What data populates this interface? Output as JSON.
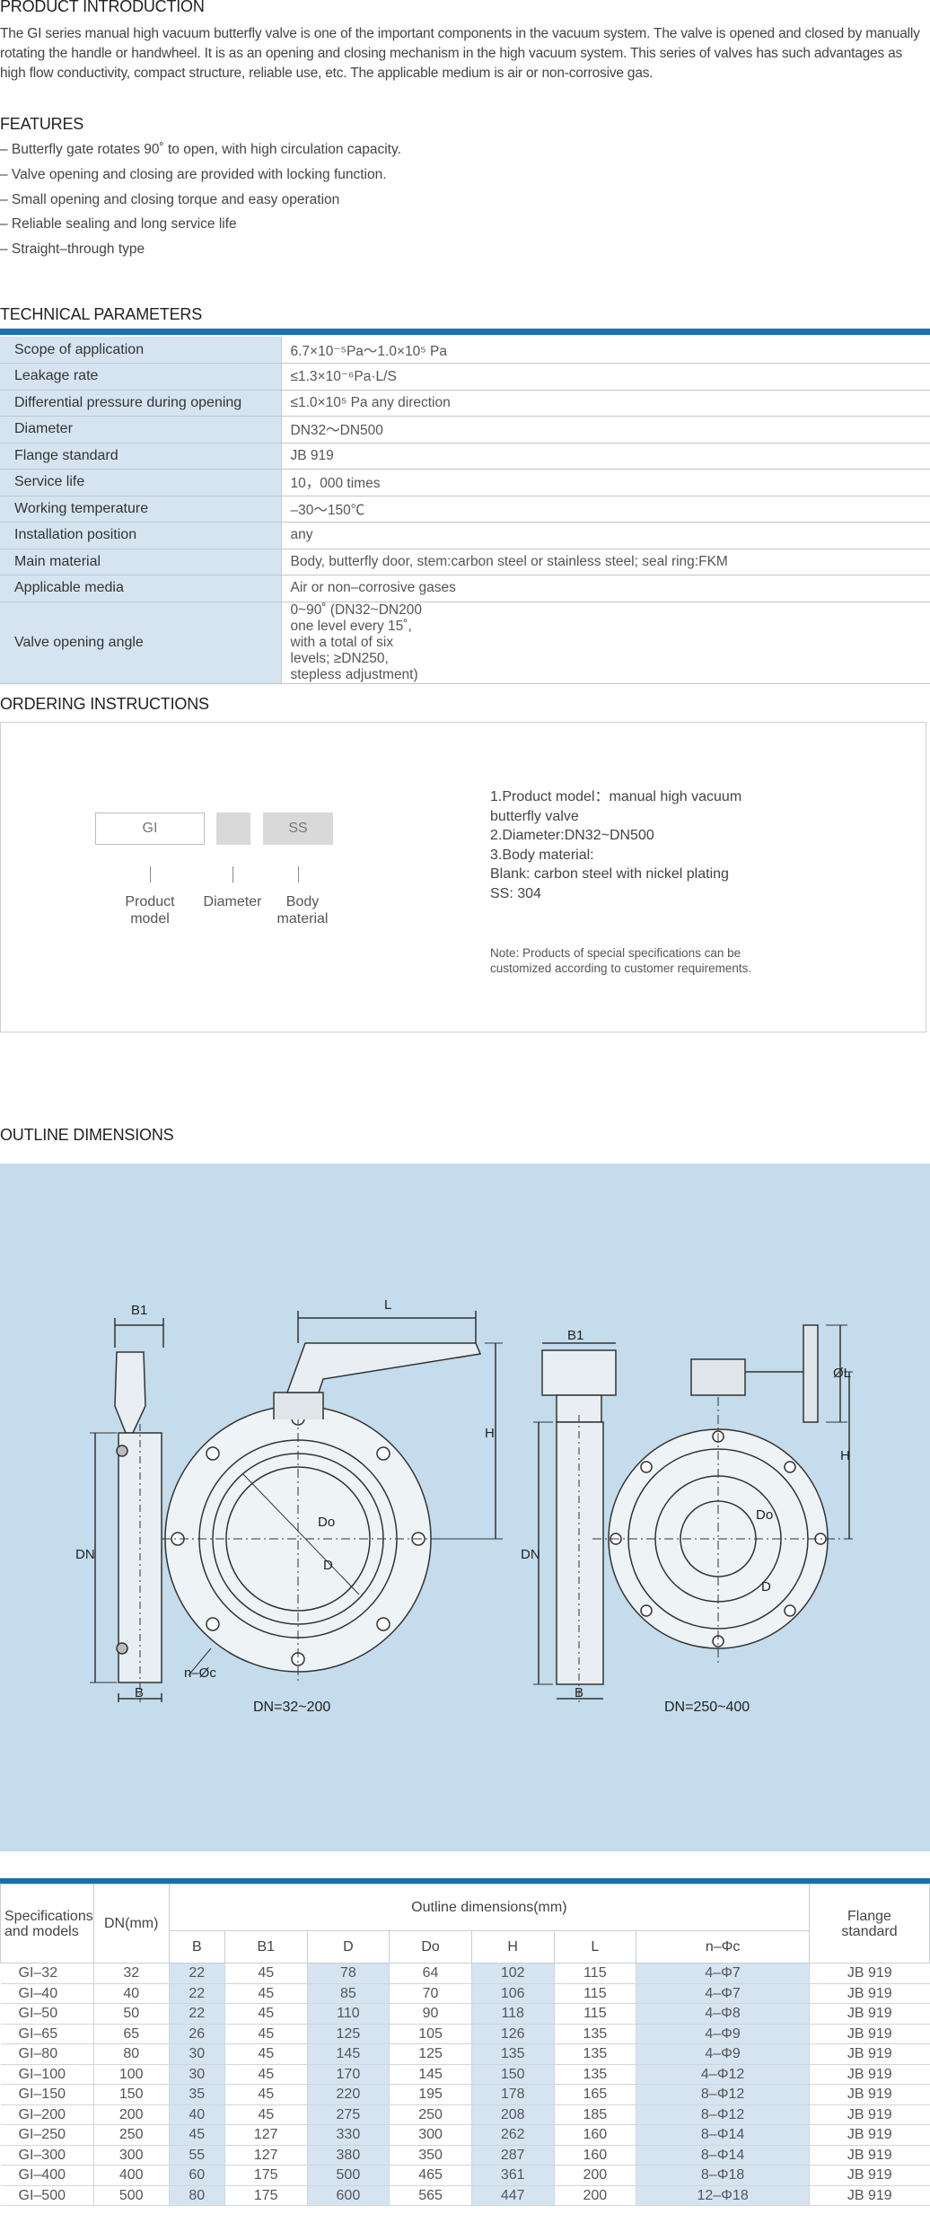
{
  "intro": {
    "title": "PRODUCT INTRODUCTION",
    "text": "The GI series manual high vacuum butterfly valve is one of the important components in the vacuum system. The valve is opened and closed by manually rotating the handle or handwheel. It is as an opening and closing mechanism in the high vacuum system. This series of valves has such advantages as high flow conductivity, compact structure, reliable use, etc. The applicable medium is air or non-corrosive gas."
  },
  "features": {
    "title": "FEATURES",
    "items": [
      "– Butterfly gate rotates 90˚ to open, with high circulation capacity.",
      "– Valve opening and closing are provided with locking function.",
      "– Small opening and closing torque and easy operation",
      "– Reliable sealing and long service life",
      "– Straight–through type"
    ]
  },
  "technical": {
    "title": "TECHNICAL PARAMETERS",
    "rows": [
      {
        "key": "Scope of application",
        "value": "6.7×10⁻⁵Pa～1.0×10⁵ Pa"
      },
      {
        "key": "Leakage rate",
        "value": "≤1.3×10⁻⁶Pa·L/S"
      },
      {
        "key": "Differential pressure during opening",
        "value": "≤1.0×10⁵ Pa any direction"
      },
      {
        "key": "Diameter",
        "value": "DN32～DN500"
      },
      {
        "key": "Flange standard",
        "value": "JB 919"
      },
      {
        "key": "Service life",
        "value": "10，000 times"
      },
      {
        "key": "Working temperature",
        "value": "–30～150℃"
      },
      {
        "key": "Installation position",
        "value": "any"
      },
      {
        "key": "Main material",
        "value": "Body, butterfly door, stem:carbon steel or stainless steel; seal ring:FKM"
      },
      {
        "key": "Applicable media",
        "value": "Air or non–corrosive gases"
      },
      {
        "key": "Valve opening angle",
        "value": "0~90˚ (DN32~DN200 one level every 15˚, with a total of six levels; ≥DN250, stepless adjustment)"
      }
    ]
  },
  "ordering": {
    "title": "ORDERING INSTRUCTIONS",
    "code_gi": "GI",
    "code_ss": "SS",
    "label_model_1": "Product",
    "label_model_2": "model",
    "label_diameter": "Diameter",
    "label_body_1": "Body",
    "label_body_2": "material",
    "desc": [
      "1.Product model：manual high vacuum",
      "butterfly valve",
      "2.Diameter:DN32~DN500",
      "3.Body material:",
      "Blank: carbon steel with nickel plating",
      "SS: 304"
    ],
    "note_1": "Note: Products of special specifications can be",
    "note_2": "customized according to customer requirements."
  },
  "outline": {
    "title": "OUTLINE DIMENSIONS",
    "labels": {
      "b1": "B1",
      "l": "L",
      "h": "H",
      "dn": "DN",
      "do": "Do",
      "d": "D",
      "b": "B",
      "nphi": "n–Øc",
      "caption_left": "DN=32~200",
      "caption_right": "DN=250~400",
      "b1_r": "B1",
      "phil": "ØL",
      "h_r": "H",
      "dn_r": "DN",
      "do_r": "Do",
      "d_r": "D",
      "b_r": "B"
    }
  },
  "dims": {
    "head_spec_1": "Specifications",
    "head_spec_2": "and models",
    "head_dn": "DN(mm)",
    "head_outline": "Outline dimensions(mm)",
    "head_flange_1": "Flange",
    "head_flange_2": "standard",
    "cols": [
      "B",
      "B1",
      "D",
      "Do",
      "H",
      "L",
      "n–Φc"
    ],
    "rows": [
      [
        "GI–32",
        "32",
        "22",
        "45",
        "78",
        "64",
        "102",
        "115",
        "4–Φ7",
        "JB 919"
      ],
      [
        "GI–40",
        "40",
        "22",
        "45",
        "85",
        "70",
        "106",
        "115",
        "4–Φ7",
        "JB 919"
      ],
      [
        "GI–50",
        "50",
        "22",
        "45",
        "110",
        "90",
        "118",
        "115",
        "4–Φ8",
        "JB 919"
      ],
      [
        "GI–65",
        "65",
        "26",
        "45",
        "125",
        "105",
        "126",
        "135",
        "4–Φ9",
        "JB 919"
      ],
      [
        "GI–80",
        "80",
        "30",
        "45",
        "145",
        "125",
        "135",
        "135",
        "4–Φ9",
        "JB 919"
      ],
      [
        "GI–100",
        "100",
        "30",
        "45",
        "170",
        "145",
        "150",
        "135",
        "4–Φ12",
        "JB 919"
      ],
      [
        "GI–150",
        "150",
        "35",
        "45",
        "220",
        "195",
        "178",
        "165",
        "8–Φ12",
        "JB 919"
      ],
      [
        "GI–200",
        "200",
        "40",
        "45",
        "275",
        "250",
        "208",
        "185",
        "8–Φ12",
        "JB 919"
      ],
      [
        "GI–250",
        "250",
        "45",
        "127",
        "330",
        "300",
        "262",
        "160",
        "8–Φ14",
        "JB 919"
      ],
      [
        "GI–300",
        "300",
        "55",
        "127",
        "380",
        "350",
        "287",
        "160",
        "8–Φ14",
        "JB 919"
      ],
      [
        "GI–400",
        "400",
        "60",
        "175",
        "500",
        "465",
        "361",
        "200",
        "8–Φ18",
        "JB 919"
      ],
      [
        "GI–500",
        "500",
        "80",
        "175",
        "600",
        "565",
        "447",
        "200",
        "12–Φ18",
        "JB 919"
      ]
    ]
  }
}
